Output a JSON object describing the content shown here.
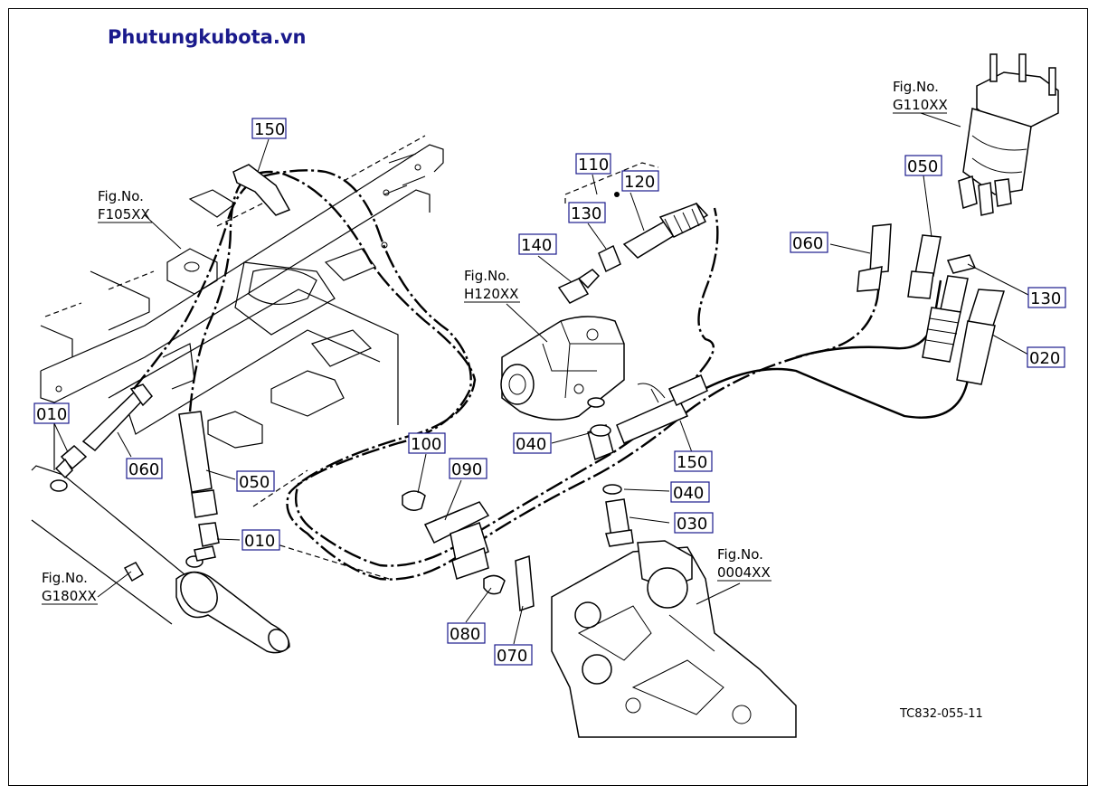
{
  "brand": "Phutungkubota.vn",
  "drawing_code": "TC832-055-11",
  "figure_refs": [
    {
      "line1": "Fig.No.",
      "line2": "F105XX"
    },
    {
      "line1": "Fig.No.",
      "line2": "G180XX"
    },
    {
      "line1": "Fig.No.",
      "line2": "H120XX"
    },
    {
      "line1": "Fig.No.",
      "line2": "G110XX"
    },
    {
      "line1": "Fig.No.",
      "line2": "0004XX"
    }
  ],
  "callouts": [
    "150",
    "010",
    "060",
    "050",
    "010",
    "110",
    "120",
    "130",
    "140",
    "100",
    "090",
    "080",
    "070",
    "040",
    "040",
    "030",
    "150",
    "060",
    "050",
    "130",
    "020"
  ]
}
